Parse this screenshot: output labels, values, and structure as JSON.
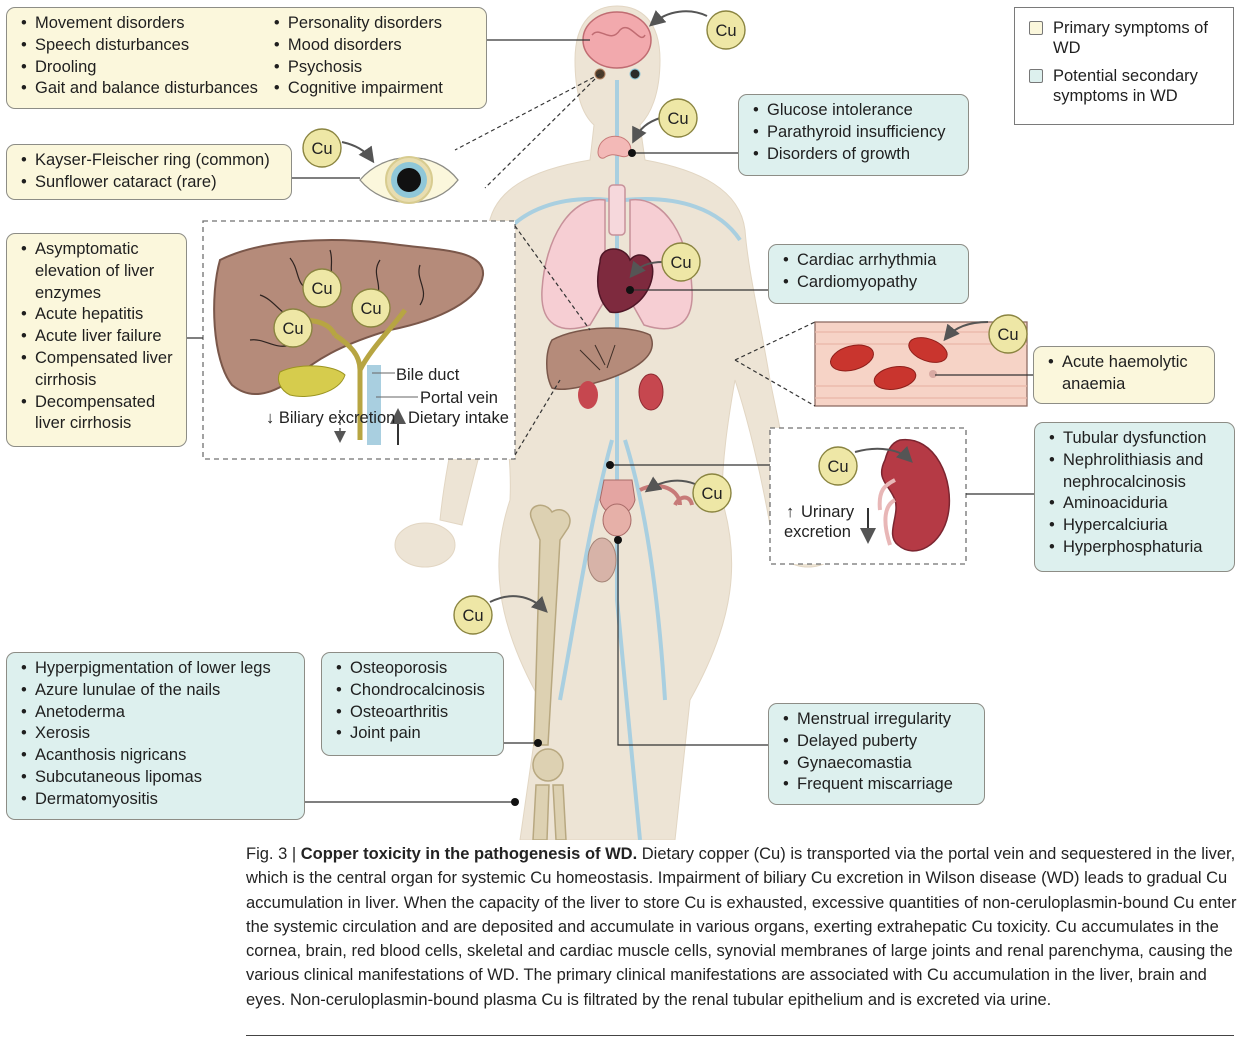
{
  "legend": {
    "primary": "Primary symptoms of WD",
    "secondary": "Potential secondary symptoms in WD",
    "colors": {
      "primary": "#fbf7dc",
      "secondary": "#ddf0ee"
    }
  },
  "cu_label": "Cu",
  "labels": {
    "bile_duct": "Bile duct",
    "portal_vein": "Portal vein",
    "biliary_excretion": "↓ Biliary excretion",
    "dietary_intake": "Dietary intake",
    "urinary_excretion": "↑ Urinary excretion"
  },
  "boxes": {
    "brain_left": [
      "Movement disorders",
      "Speech disturbances",
      "Drooling",
      "Gait and balance disturbances"
    ],
    "brain_right": [
      "Personality disorders",
      "Mood disorders",
      "Psychosis",
      "Cognitive impairment"
    ],
    "eye": [
      "Kayser-Fleischer ring (common)",
      "Sunflower cataract (rare)"
    ],
    "liver": [
      "Asymptomatic elevation of liver enzymes",
      "Acute hepatitis",
      "Acute liver failure",
      "Compensated liver cirrhosis",
      "Decompensated liver cirrhosis"
    ],
    "thyroid": [
      "Glucose intolerance",
      "Parathyroid insufficiency",
      "Disorders of growth"
    ],
    "heart": [
      "Cardiac arrhythmia",
      "Cardiomyopathy"
    ],
    "blood": [
      "Acute haemolytic anaemia"
    ],
    "kidney": [
      "Tubular dysfunction",
      "Nephrolithiasis and nephrocalcinosis",
      "Aminoaciduria",
      "Hypercalciuria",
      "Hyperphosphaturia"
    ],
    "skin": [
      "Hyperpigmentation of lower legs",
      "Azure lunulae of the nails",
      "Anetoderma",
      "Xerosis",
      "Acanthosis nigricans",
      "Subcutaneous lipomas",
      "Dermatomyositis"
    ],
    "bone": [
      "Osteoporosis",
      "Chondrocalcinosis",
      "Osteoarthritis",
      "Joint pain"
    ],
    "reproductive": [
      "Menstrual irregularity",
      "Delayed puberty",
      "Gynaecomastia",
      "Frequent miscarriage"
    ]
  },
  "caption": {
    "fig": "Fig. 3 |",
    "title": "Copper toxicity in the pathogenesis of WD.",
    "text": "Dietary copper (Cu) is transported via the portal vein and sequestered in the liver, which is the central organ for systemic Cu homeostasis.  Impairment of biliary Cu excretion in Wilson disease (WD) leads to gradual Cu accumulation in liver. When the capacity of the liver to store Cu is exhausted, excessive quantities of non-ceruloplasmin-bound Cu enter the systemic circulation and are deposited and accumulate in various organs, exerting extrahepatic Cu toxicity. Cu accumulates in the cornea, brain, red blood cells, skeletal and cardiac muscle cells, synovial membranes of large joints and renal parenchyma, causing the various clinical manifestations of WD. The primary clinical manifestations are associated with Cu accumulation in the liver, brain and eyes. Non-ceruloplasmin-bound plasma Cu is filtrated by the renal tubular epithelium and is excreted via urine."
  }
}
